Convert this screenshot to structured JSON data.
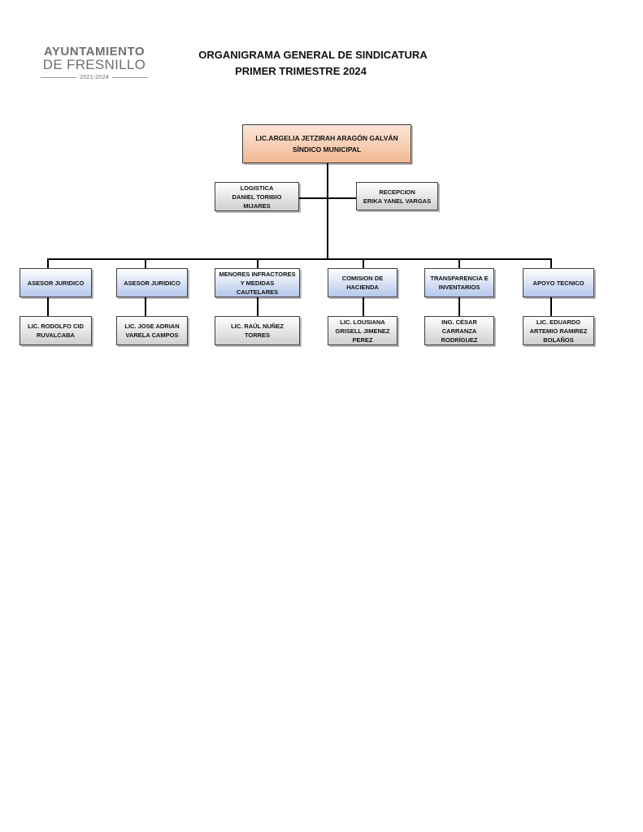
{
  "logo": {
    "line1": "AYUNTAMIENTO",
    "line2": "DE FRESNILLO",
    "line3": "2021-2024"
  },
  "header": {
    "title": "ORGANIGRAMA GENERAL DE SINDICATURA",
    "subtitle": "PRIMER TRIMESTRE 2024"
  },
  "head": {
    "line1": "LIC.ARGELIA JETZIRAH ARAGÓN GALVÁN",
    "line2": "SÍNDICO MUNICIPAL"
  },
  "support": [
    {
      "lines": [
        "LOGISTICA",
        "DANIEL TORIBIO",
        "MIJARES"
      ]
    },
    {
      "lines": [
        "RECEPCION",
        "ERIKA YANEL VARGAS"
      ]
    }
  ],
  "departments": [
    {
      "lines": [
        "ASESOR JURIDICO"
      ]
    },
    {
      "lines": [
        "ASESOR JURIDICO"
      ]
    },
    {
      "lines": [
        "MENORES INFRACTORES",
        "Y MEDIDAS",
        "CAUTELARES"
      ]
    },
    {
      "lines": [
        "COMISION DE",
        "HACIENDA"
      ]
    },
    {
      "lines": [
        "TRANSPARENCIA E",
        "INVENTARIOS"
      ]
    },
    {
      "lines": [
        "APOYO TECNICO"
      ]
    }
  ],
  "staff": [
    {
      "lines": [
        "LIC. RODOLFO CID",
        "RUVALCABA"
      ]
    },
    {
      "lines": [
        "LIC. JOSE ADRIAN",
        "VARELA CAMPOS"
      ]
    },
    {
      "lines": [
        "LIC. RAÚL NUÑEZ",
        "TORRES"
      ]
    },
    {
      "lines": [
        "LIC. LOUSIANA",
        "GRISELL JIMENEZ",
        "PEREZ"
      ]
    },
    {
      "lines": [
        "ING. CÉSAR",
        "CARRANZA",
        "RODRÍGUEZ"
      ]
    },
    {
      "lines": [
        "LIC. EDUARDO",
        "ARTEMIO RAMIREZ",
        "BOLAÑOS"
      ]
    }
  ]
}
